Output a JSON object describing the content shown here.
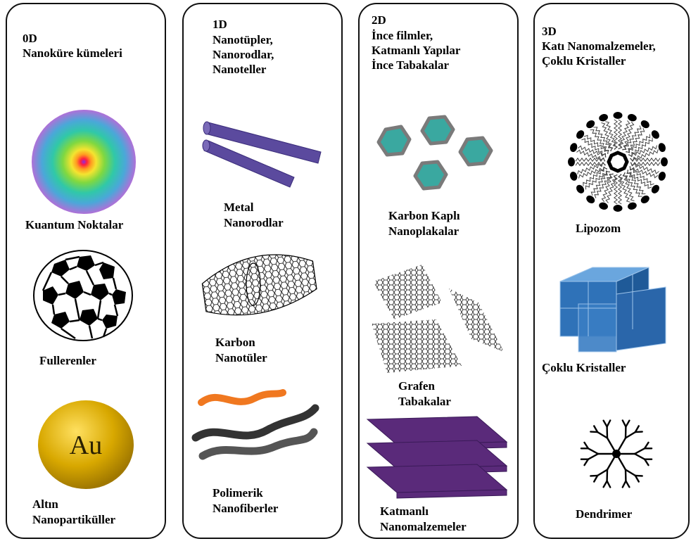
{
  "panels": [
    {
      "title": "0D",
      "subtitle": "Nanoküre kümeleri",
      "items": [
        {
          "label": "Kuantum Noktalar"
        },
        {
          "label": "Fullerenler"
        },
        {
          "label": "Altın\nNanopartiküller",
          "symbol": "Au"
        }
      ]
    },
    {
      "title": "1D",
      "subtitle": "Nanotüpler,\nNanorodlar,\nNanoteller",
      "items": [
        {
          "label": "Metal\nNanorodlar"
        },
        {
          "label": "Karbon\nNanotüler"
        },
        {
          "label": "Polimerik\nNanofiberler"
        }
      ]
    },
    {
      "title": "2D",
      "subtitle": "İnce filmler,\nKatmanlı Yapılar\nİnce Tabakalar",
      "items": [
        {
          "label": "Karbon Kaplı\nNanoplakalar"
        },
        {
          "label": "Grafen\nTabakalar"
        },
        {
          "label": "Katmanlı\nNanomalzemeler"
        }
      ]
    },
    {
      "title": "3D",
      "subtitle": "Katı Nanomalzemeler,\nÇoklu Kristaller",
      "items": [
        {
          "label": "Lipozom"
        },
        {
          "label": "Çoklu Kristaller"
        },
        {
          "label": "Dendrimer"
        }
      ]
    }
  ],
  "colors": {
    "rod": "#5b4a9e",
    "plate_fill": "#3aa8a0",
    "plate_border": "#7a7a7a",
    "layer": "#5a2a7a",
    "gold": "#d8a800",
    "fiber_orange": "#f07820",
    "cube": "#2f72b8"
  }
}
